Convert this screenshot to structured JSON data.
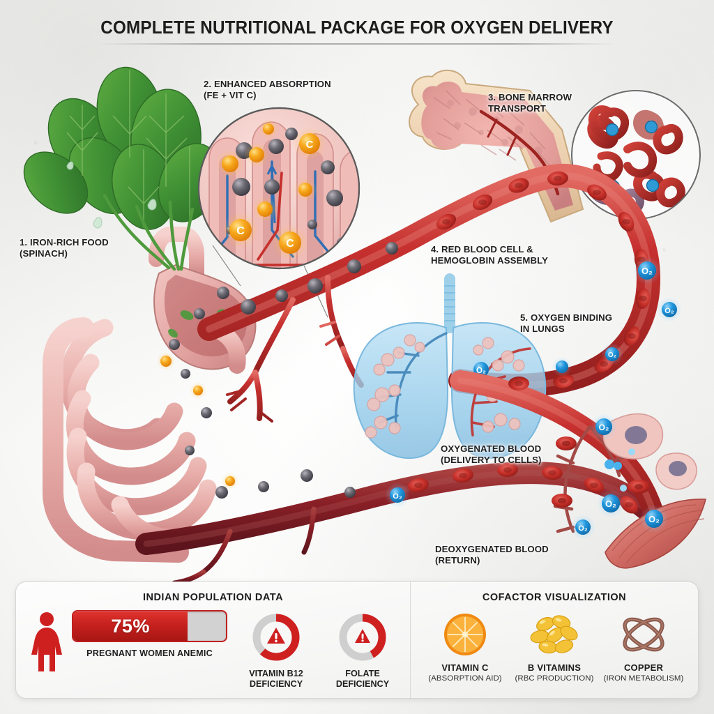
{
  "header": {
    "title": "COMPLETE NUTRITIONAL PACKAGE FOR OXYGEN DELIVERY"
  },
  "stages": [
    {
      "id": "iron-rich-food",
      "label": "1. IRON-RICH FOOD\n(SPINACH)"
    },
    {
      "id": "enhanced-absorption",
      "label": "2. ENHANCED ABSORPTION\n(FE + VIT C)"
    },
    {
      "id": "bone-marrow",
      "label": "3. BONE MARROW\nTRANSPORT"
    },
    {
      "id": "rbc-hemoglobin",
      "label": "4. RED BLOOD CELL &\nHEMOGLOBIN ASSEMBLY"
    },
    {
      "id": "oxygen-binding",
      "label": "5. OXYGEN BINDING\nIN LUNGS"
    }
  ],
  "flow_labels": [
    {
      "id": "oxygenated-blood",
      "label": "OXYGENATED BLOOD\n(DELIVERY TO CELLS)"
    },
    {
      "id": "deoxygenated-blood",
      "label": "DEOXYGENATED BLOOD\n(RETURN)"
    }
  ],
  "molecule_label": "O",
  "molecule_sub": "2",
  "vitc_marker": "C",
  "panel": {
    "population": {
      "title": "INDIAN POPULATION DATA",
      "bar": {
        "percent_text": "75%",
        "percent_value": 75,
        "caption": "PREGNANT WOMEN ANEMIC",
        "fill_color": "#c4201d",
        "track_color": "#d2d2d2"
      },
      "donuts": [
        {
          "id": "vitamin-b12-deficiency",
          "caption": "VITAMIN B12\nDEFICIENCY",
          "percent": 62,
          "color": "#cf2020"
        },
        {
          "id": "folate-deficiency",
          "caption": "FOLATE\nDEFICIENCY",
          "percent": 42,
          "color": "#cf2020"
        }
      ]
    },
    "cofactors": {
      "title": "COFACTOR VISUALIZATION",
      "items": [
        {
          "id": "vitamin-c",
          "icon": "orange-slice-icon",
          "name": "VITAMIN C",
          "sub": "(ABSORPTION AID)",
          "color": "#f5a11d"
        },
        {
          "id": "b-vitamins",
          "icon": "capsules-icon",
          "name": "B VITAMINS",
          "sub": "(RBC PRODUCTION)",
          "color": "#f3c236"
        },
        {
          "id": "copper",
          "icon": "copper-atom-icon",
          "name": "COPPER",
          "sub": "(IRON METABOLISM)",
          "color": "#8a5a4e"
        }
      ]
    }
  },
  "palette": {
    "artery_red": "#c0282a",
    "vein_dark": "#7d1a22",
    "oxygen_blue": "#2196dd",
    "spinach_green": "#3f8f34",
    "organ_pink": "#edb3b0",
    "iron_gray": "#6c6a72"
  }
}
